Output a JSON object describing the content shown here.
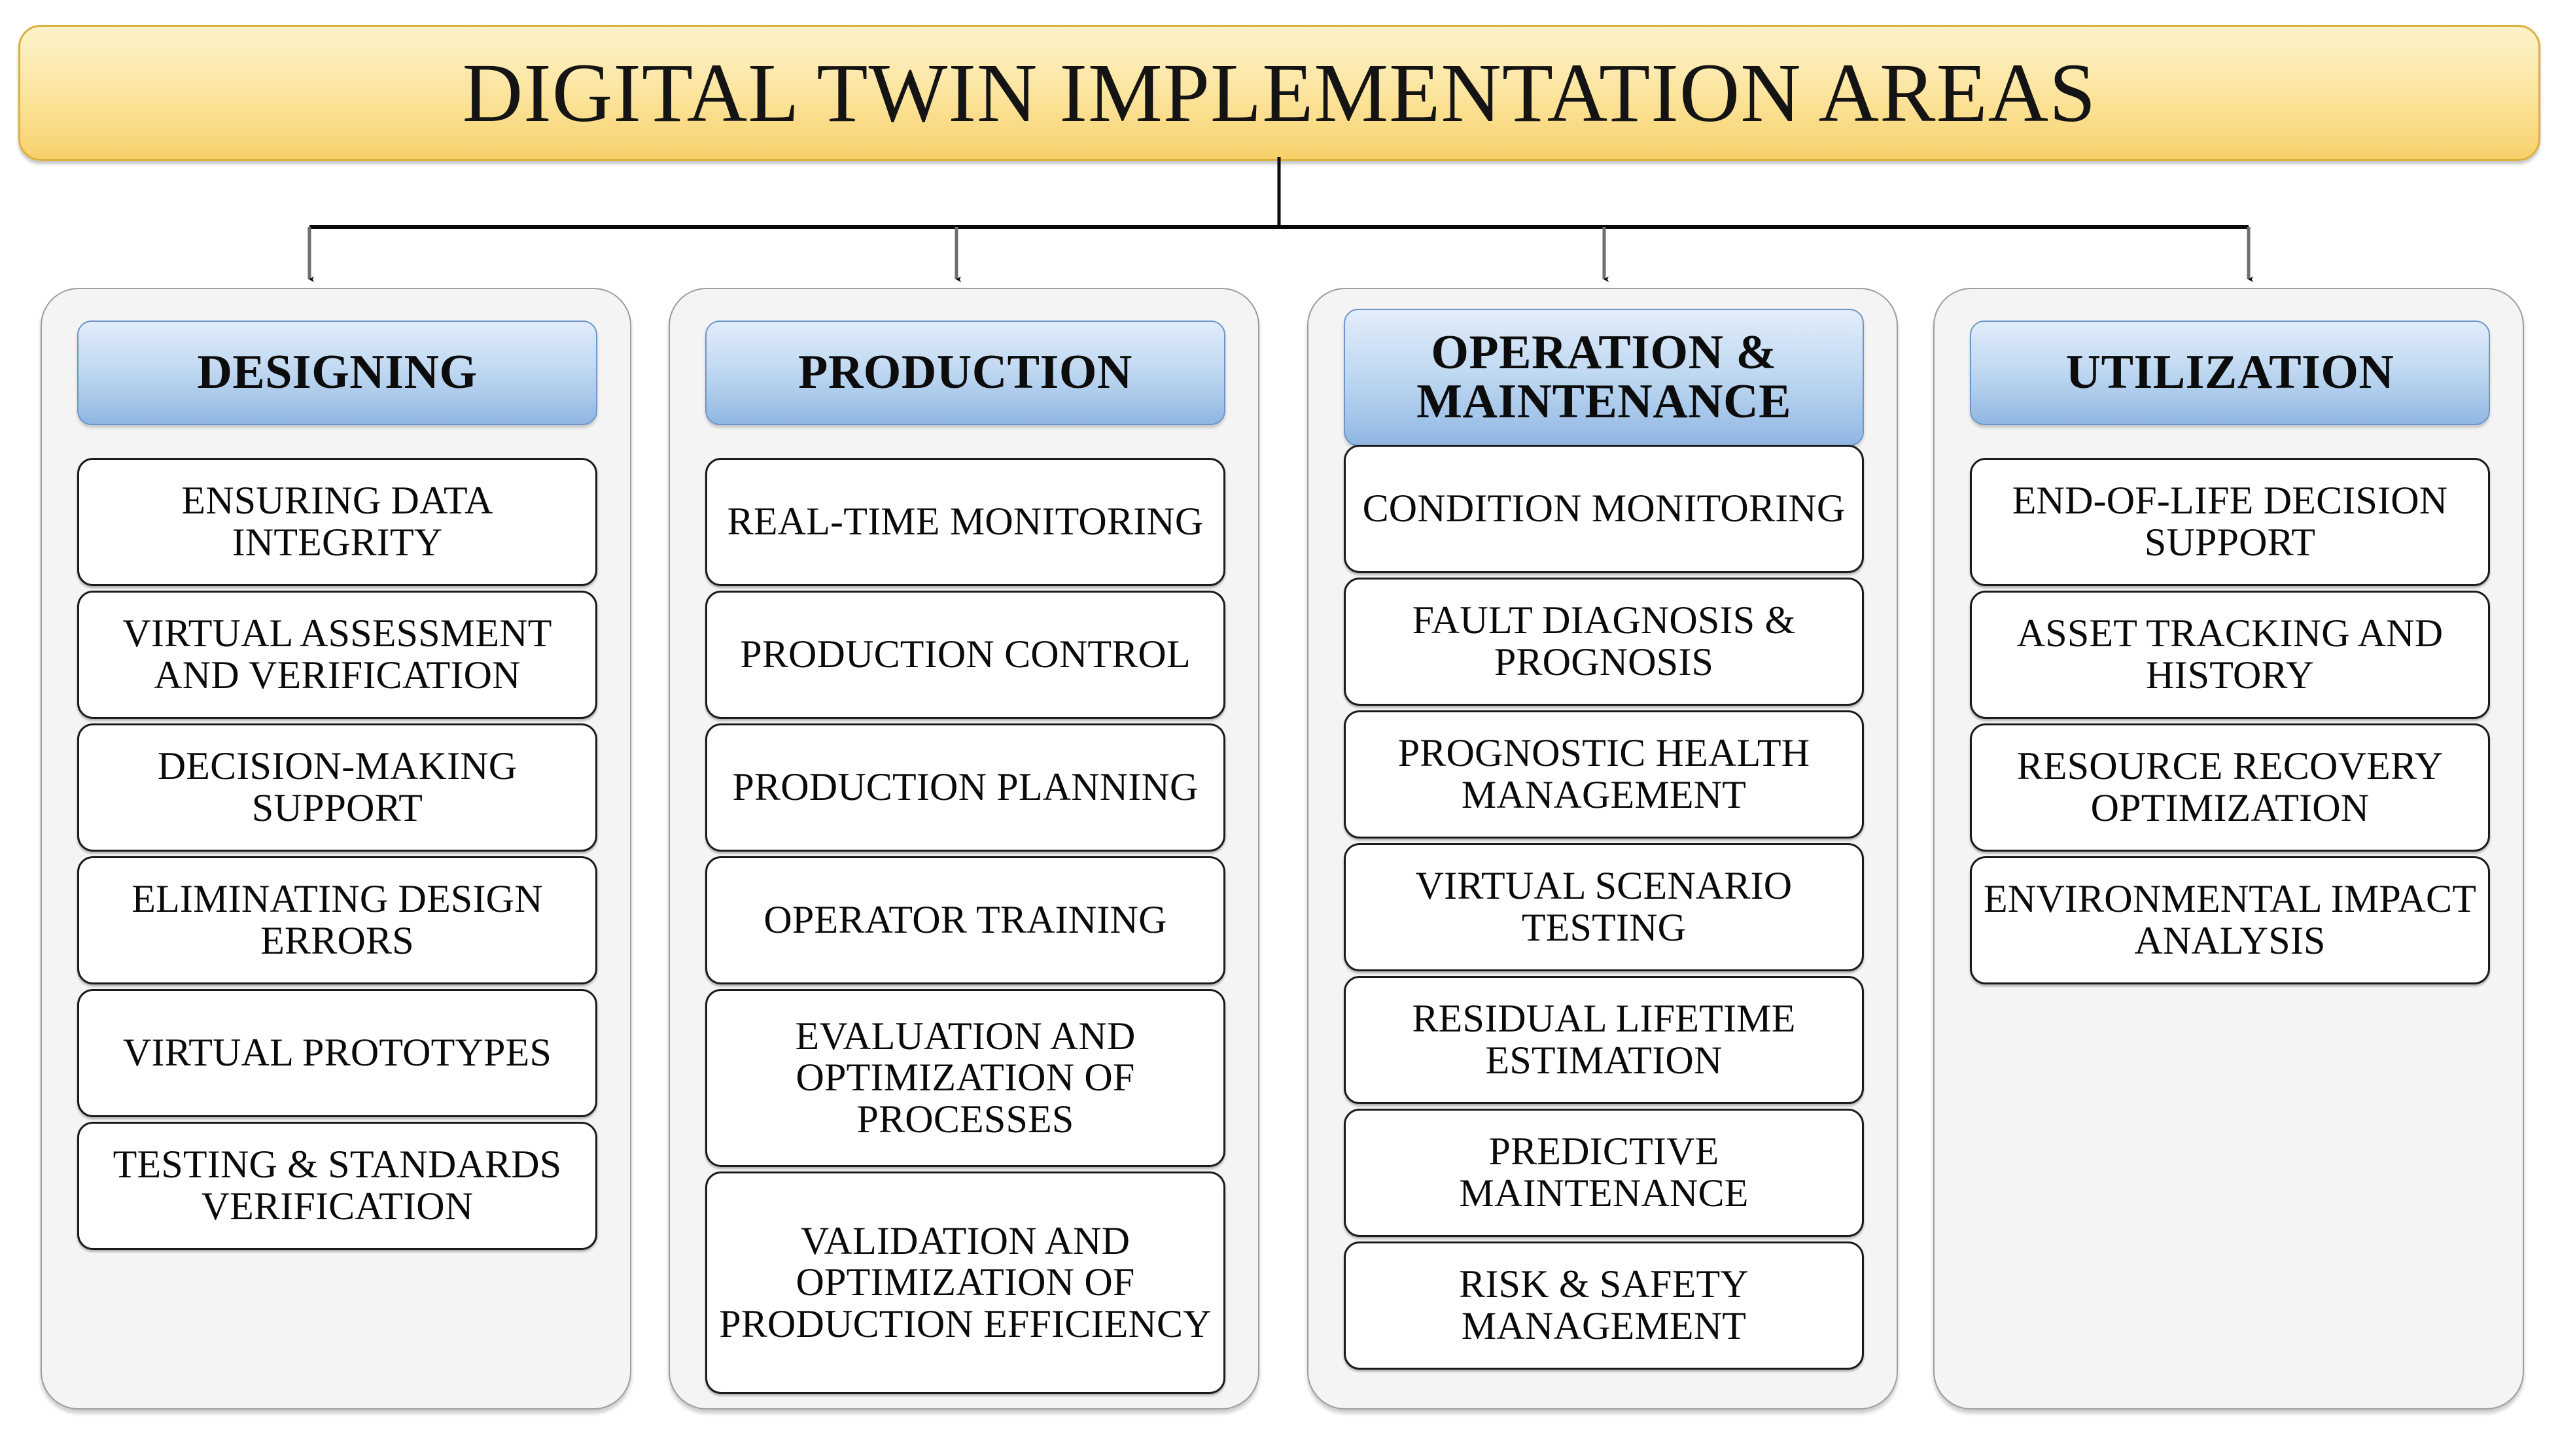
{
  "title": {
    "text": "DIGITAL TWIN IMPLEMENTATION AREAS"
  },
  "colors": {
    "title_gradient_top": "#fdf2c8",
    "title_gradient_bottom": "#f6cf68",
    "title_border": "#d9b23e",
    "header_gradient_top": "#e2edfa",
    "header_gradient_bottom": "#8fb6e2",
    "header_border": "#6d95c9",
    "container_fill": "#f4f4f4",
    "container_border": "#9d9d9d",
    "item_fill": "#ffffff",
    "item_border": "#1b1b1b",
    "connector_line": "#000000",
    "page_background": "#ffffff"
  },
  "columns": [
    {
      "header": "DESIGNING",
      "header_lines": 1,
      "items": [
        "ENSURING DATA INTEGRITY",
        "VIRTUAL ASSESSMENT AND VERIFICATION",
        "DECISION-MAKING SUPPORT",
        "ELIMINATING DESIGN ERRORS",
        "VIRTUAL PROTOTYPES",
        "TESTING & STANDARDS VERIFICATION"
      ]
    },
    {
      "header": "PRODUCTION",
      "header_lines": 1,
      "items": [
        "REAL-TIME MONITORING",
        "PRODUCTION CONTROL",
        "PRODUCTION PLANNING",
        "OPERATOR TRAINING",
        "EVALUATION AND OPTIMIZATION OF PROCESSES",
        "VALIDATION AND OPTIMIZATION OF PRODUCTION EFFICIENCY"
      ]
    },
    {
      "header": "OPERATION & MAINTENANCE",
      "header_lines": 2,
      "items": [
        "CONDITION MONITORING",
        "FAULT DIAGNOSIS & PROGNOSIS",
        "PROGNOSTIC HEALTH MANAGEMENT",
        "VIRTUAL SCENARIO TESTING",
        "RESIDUAL LIFETIME ESTIMATION",
        "PREDICTIVE MAINTENANCE",
        "RISK & SAFETY MANAGEMENT"
      ]
    },
    {
      "header": "UTILIZATION",
      "header_lines": 1,
      "items": [
        "END-OF-LIFE DECISION SUPPORT",
        "ASSET TRACKING AND HISTORY",
        "RESOURCE RECOVERY OPTIMIZATION",
        "ENVIRONMENTAL IMPACT ANALYSIS"
      ]
    }
  ],
  "connectors": {
    "icon": "tree-branch-arrows",
    "branch_count": 4
  }
}
